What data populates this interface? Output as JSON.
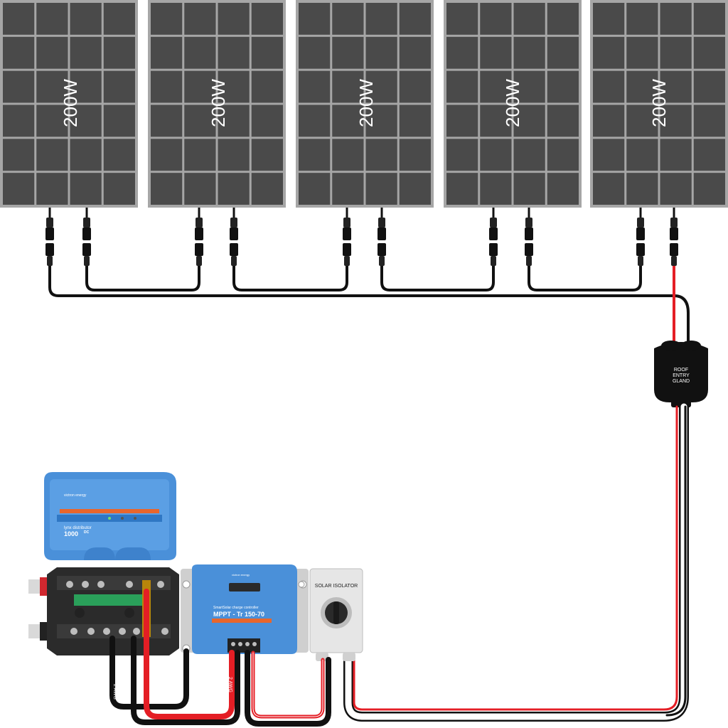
{
  "panels": [
    {
      "label": "200W"
    },
    {
      "label": "200W"
    },
    {
      "label": "200W"
    },
    {
      "label": "200W"
    },
    {
      "label": "200W"
    }
  ],
  "gland": {
    "line1": "ROOF",
    "line2": "ENTRY",
    "line3": "GLAND"
  },
  "lynx": {
    "brand": "victron energy",
    "name": "lynx distributor",
    "model": "1000",
    "suffix": "DC"
  },
  "mppt": {
    "brand": "victron energy",
    "line1": "SmartSolar charge controller",
    "line2": "MPPT - Tr 150-70"
  },
  "isolator": {
    "title": "SOLAR ISOLATOR"
  },
  "cable_labels": {
    "left": "2 AWG",
    "right": "2 AWG"
  },
  "colors": {
    "panel_frame": "#a6a6a6",
    "panel_cell": "#4a4a4a",
    "wire_positive": "#e41e25",
    "wire_negative": "#111111",
    "victron_blue": "#4a90d9",
    "accent_orange": "#e8662c"
  }
}
